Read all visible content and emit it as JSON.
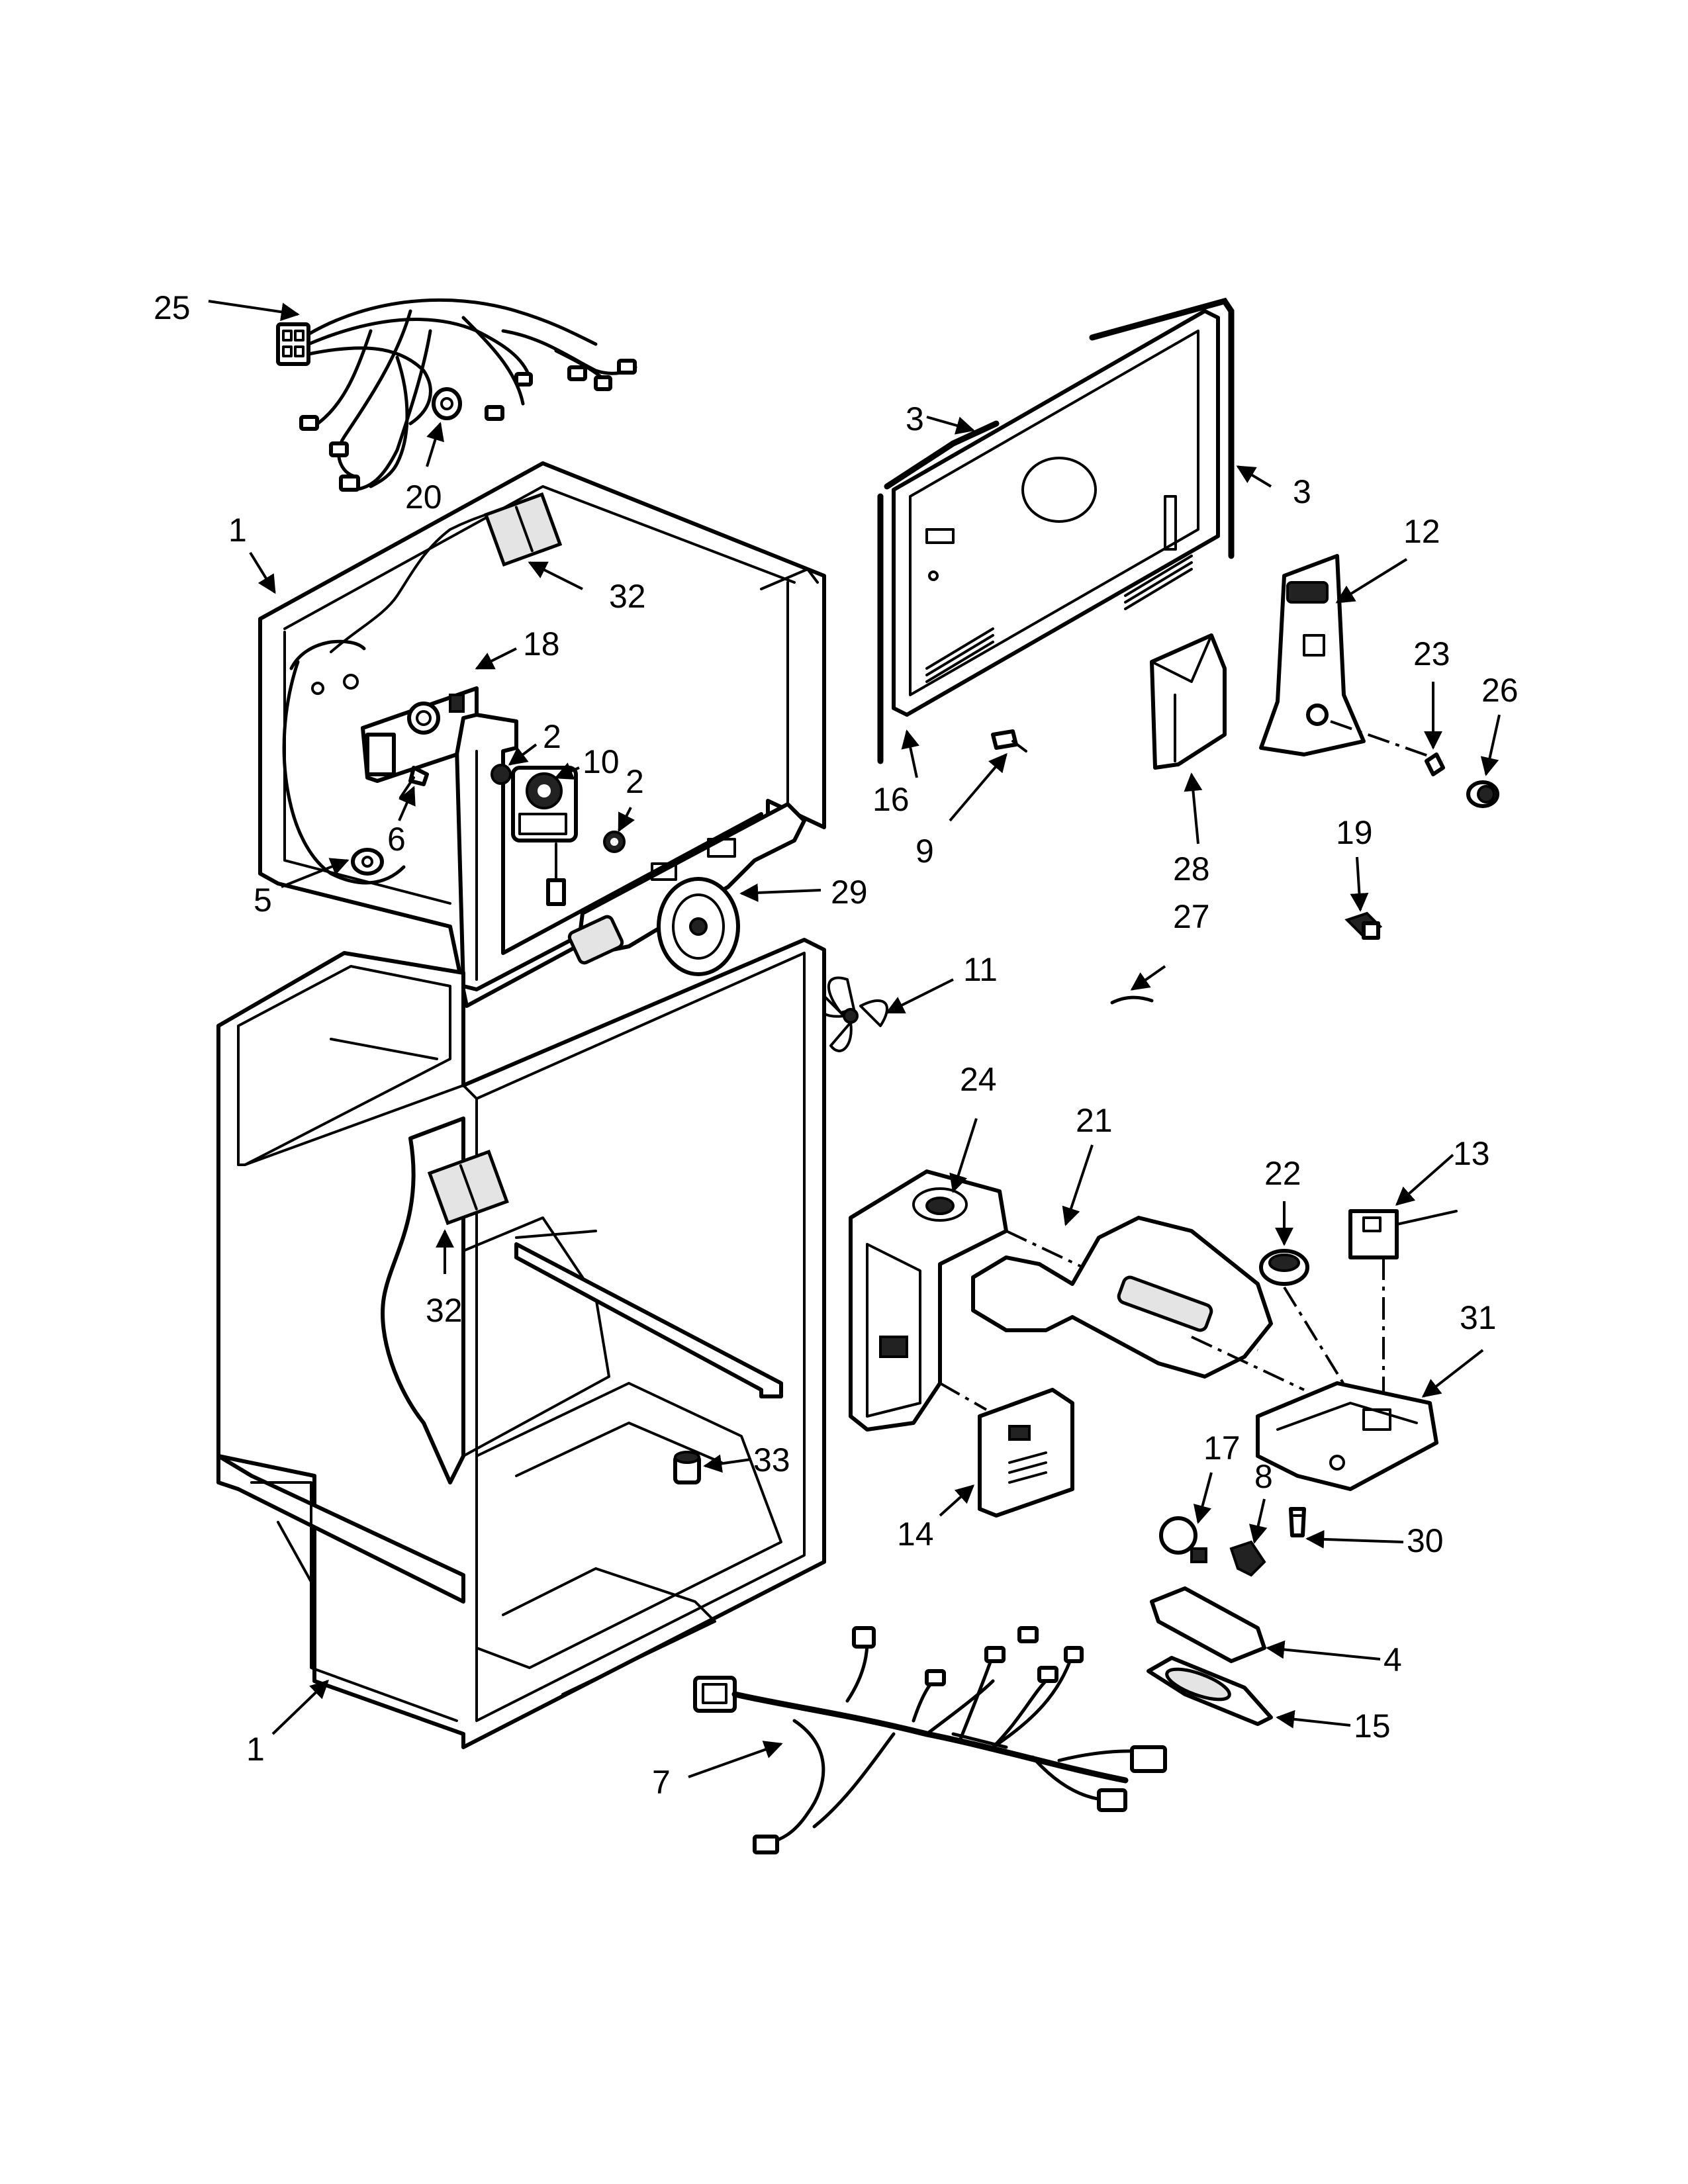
{
  "diagram": {
    "callouts": [
      {
        "id": "c25",
        "text": "25"
      },
      {
        "id": "c20",
        "text": "20"
      },
      {
        "id": "c1a",
        "text": "1"
      },
      {
        "id": "c32a",
        "text": "32"
      },
      {
        "id": "c18",
        "text": "18"
      },
      {
        "id": "c2a",
        "text": "2"
      },
      {
        "id": "c10",
        "text": "10"
      },
      {
        "id": "c2b",
        "text": "2"
      },
      {
        "id": "c6",
        "text": "6"
      },
      {
        "id": "c5",
        "text": "5"
      },
      {
        "id": "c29",
        "text": "29"
      },
      {
        "id": "c11",
        "text": "11"
      },
      {
        "id": "c3a",
        "text": "3"
      },
      {
        "id": "c3b",
        "text": "3"
      },
      {
        "id": "c12",
        "text": "12"
      },
      {
        "id": "c23",
        "text": "23"
      },
      {
        "id": "c26",
        "text": "26"
      },
      {
        "id": "c16",
        "text": "16"
      },
      {
        "id": "c9",
        "text": "9"
      },
      {
        "id": "c28",
        "text": "28"
      },
      {
        "id": "c19",
        "text": "19"
      },
      {
        "id": "c27",
        "text": "27"
      },
      {
        "id": "c24",
        "text": "24"
      },
      {
        "id": "c21",
        "text": "21"
      },
      {
        "id": "c22",
        "text": "22"
      },
      {
        "id": "c13",
        "text": "13"
      },
      {
        "id": "c31",
        "text": "31"
      },
      {
        "id": "c32b",
        "text": "32"
      },
      {
        "id": "c33",
        "text": "33"
      },
      {
        "id": "c14",
        "text": "14"
      },
      {
        "id": "c17",
        "text": "17"
      },
      {
        "id": "c8",
        "text": "8"
      },
      {
        "id": "c30",
        "text": "30"
      },
      {
        "id": "c4",
        "text": "4"
      },
      {
        "id": "c15",
        "text": "15"
      },
      {
        "id": "c1b",
        "text": "1"
      },
      {
        "id": "c7",
        "text": "7"
      }
    ]
  }
}
